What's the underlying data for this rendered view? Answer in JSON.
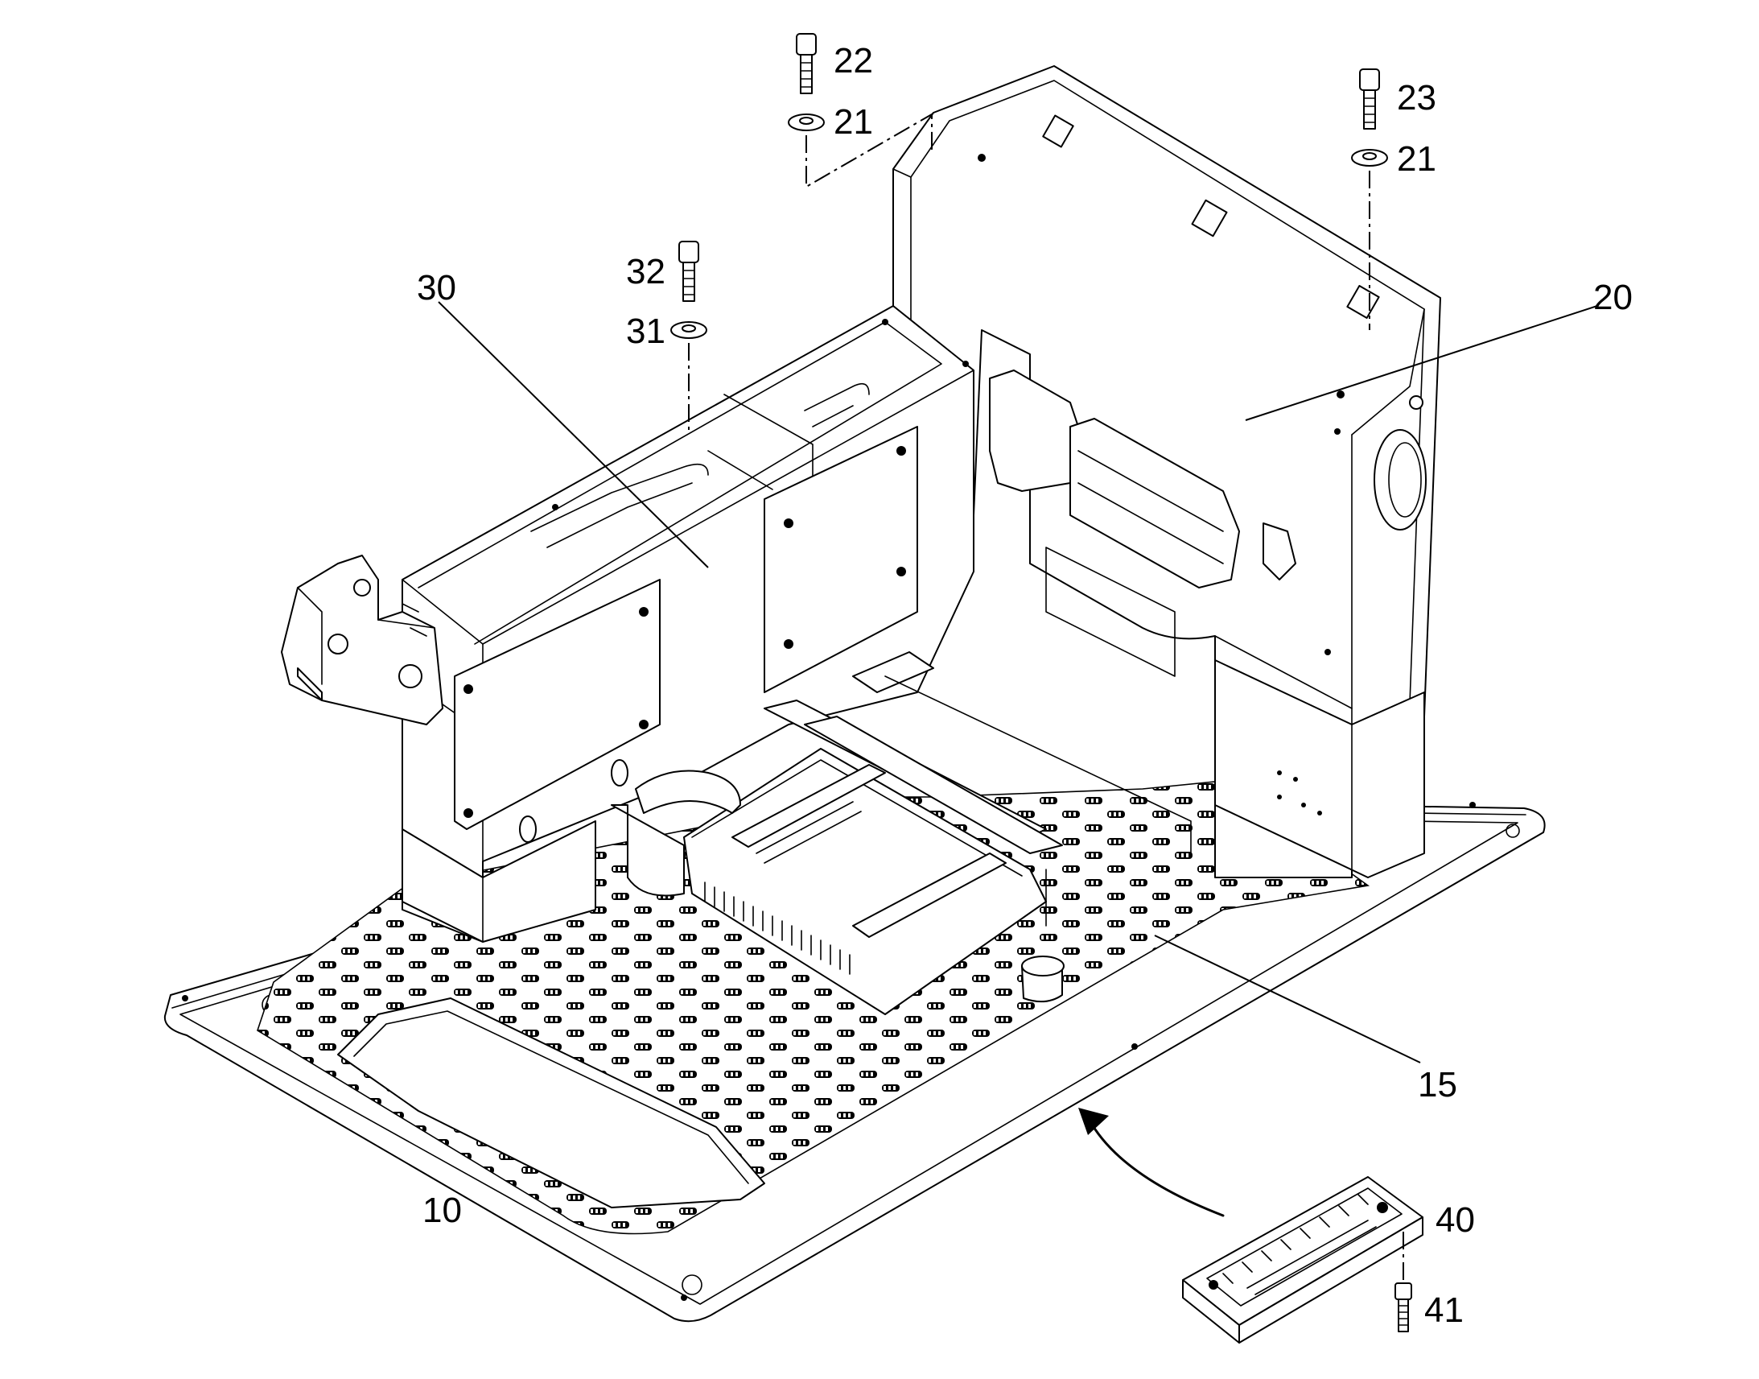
{
  "callouts": {
    "c22": "22",
    "c21a": "21",
    "c23": "23",
    "c21b": "21",
    "c32": "32",
    "c31": "31",
    "c30": "30",
    "c20": "20",
    "c15": "15",
    "c10": "10",
    "c40": "40",
    "c41": "41"
  }
}
